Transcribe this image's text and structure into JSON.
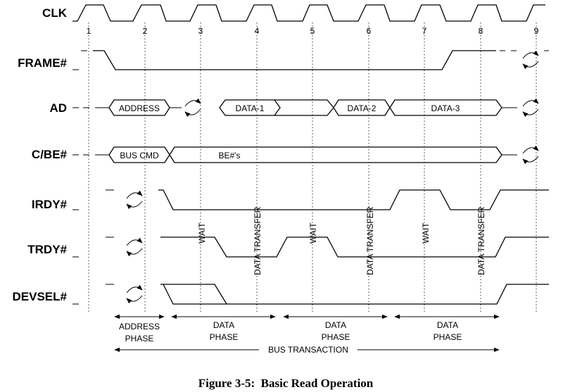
{
  "signals": [
    {
      "id": "clk",
      "label": "CLK"
    },
    {
      "id": "frame",
      "label": "FRAME#"
    },
    {
      "id": "ad",
      "label": "AD"
    },
    {
      "id": "cbe",
      "label": "C/BE#"
    },
    {
      "id": "irdy",
      "label": "IRDY#"
    },
    {
      "id": "trdy",
      "label": "TRDY#"
    },
    {
      "id": "devsel",
      "label": "DEVSEL#"
    }
  ],
  "clock_numbers": [
    "1",
    "2",
    "3",
    "4",
    "5",
    "6",
    "7",
    "8",
    "9"
  ],
  "ad_labels": [
    "ADDRESS",
    "DATA-1",
    "DATA-2",
    "DATA-3"
  ],
  "cbe_labels": [
    "BUS CMD",
    "BE#'s"
  ],
  "annotations": {
    "wait": "WAIT",
    "data_transfer": "DATA TRANSFER"
  },
  "phases": {
    "address": [
      "ADDRESS",
      "PHASE"
    ],
    "data": [
      "DATA",
      "PHASE"
    ],
    "bus_transaction": "BUS TRANSACTION"
  },
  "caption": "Figure 3-5:  Basic Read Operation"
}
